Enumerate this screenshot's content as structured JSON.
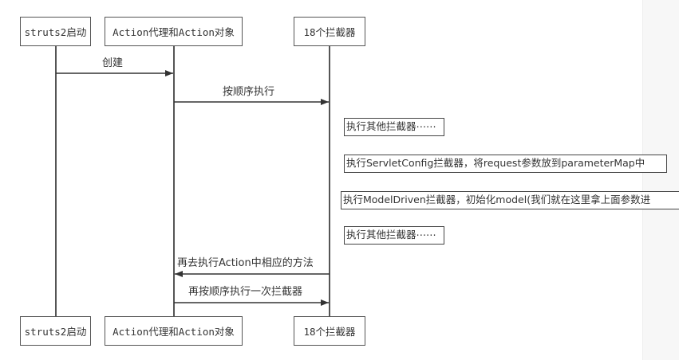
{
  "participants": [
    {
      "id": "startup",
      "label": "struts2启动"
    },
    {
      "id": "proxy",
      "label": "Action代理和Action对象"
    },
    {
      "id": "interceptors",
      "label": "18个拦截器"
    }
  ],
  "messages": [
    {
      "from": "startup",
      "to": "proxy",
      "label": "创建"
    },
    {
      "from": "proxy",
      "to": "interceptors",
      "label": "按顺序执行"
    },
    {
      "from": "interceptors",
      "to": "proxy",
      "label": "再去执行Action中相应的方法"
    },
    {
      "from": "proxy",
      "to": "interceptors",
      "label": "再按顺序执行一次拦截器"
    }
  ],
  "notes": [
    {
      "label": "执行其他拦截器⋯⋯"
    },
    {
      "label": "执行ServletConfig拦截器，将request参数放到parameterMap中"
    },
    {
      "label": "执行ModelDriven拦截器，初始化model(我们就在这里拿上面参数进"
    },
    {
      "label": "执行其他拦截器⋯⋯"
    }
  ]
}
